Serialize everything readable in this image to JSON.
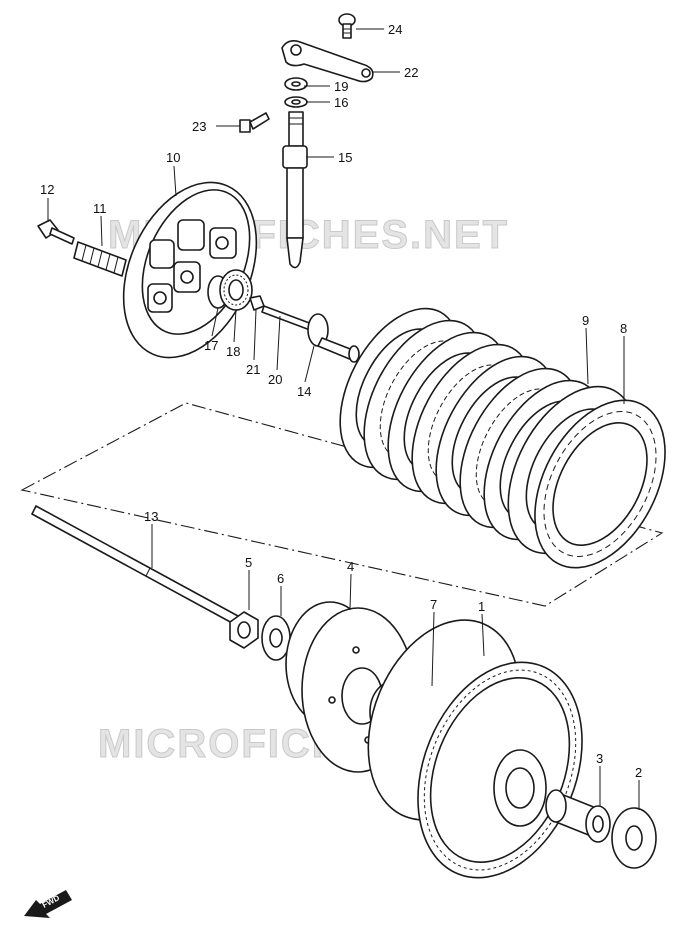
{
  "watermark": {
    "top_text": "MICROFICHES.NET",
    "bottom_text": "MICROFICHES.NET"
  },
  "direction_badge": {
    "label": "FWD"
  },
  "callouts": [
    {
      "id": "24",
      "label": "24"
    },
    {
      "id": "22",
      "label": "22"
    },
    {
      "id": "19",
      "label": "19"
    },
    {
      "id": "16",
      "label": "16"
    },
    {
      "id": "23",
      "label": "23"
    },
    {
      "id": "15",
      "label": "15"
    },
    {
      "id": "10",
      "label": "10"
    },
    {
      "id": "12",
      "label": "12"
    },
    {
      "id": "11",
      "label": "11"
    },
    {
      "id": "17",
      "label": "17"
    },
    {
      "id": "18",
      "label": "18"
    },
    {
      "id": "21",
      "label": "21"
    },
    {
      "id": "20",
      "label": "20"
    },
    {
      "id": "14",
      "label": "14"
    },
    {
      "id": "9",
      "label": "9"
    },
    {
      "id": "8",
      "label": "8"
    },
    {
      "id": "13",
      "label": "13"
    },
    {
      "id": "5",
      "label": "5"
    },
    {
      "id": "6",
      "label": "6"
    },
    {
      "id": "4",
      "label": "4"
    },
    {
      "id": "7",
      "label": "7"
    },
    {
      "id": "1",
      "label": "1"
    },
    {
      "id": "3",
      "label": "3"
    },
    {
      "id": "2",
      "label": "2"
    }
  ]
}
